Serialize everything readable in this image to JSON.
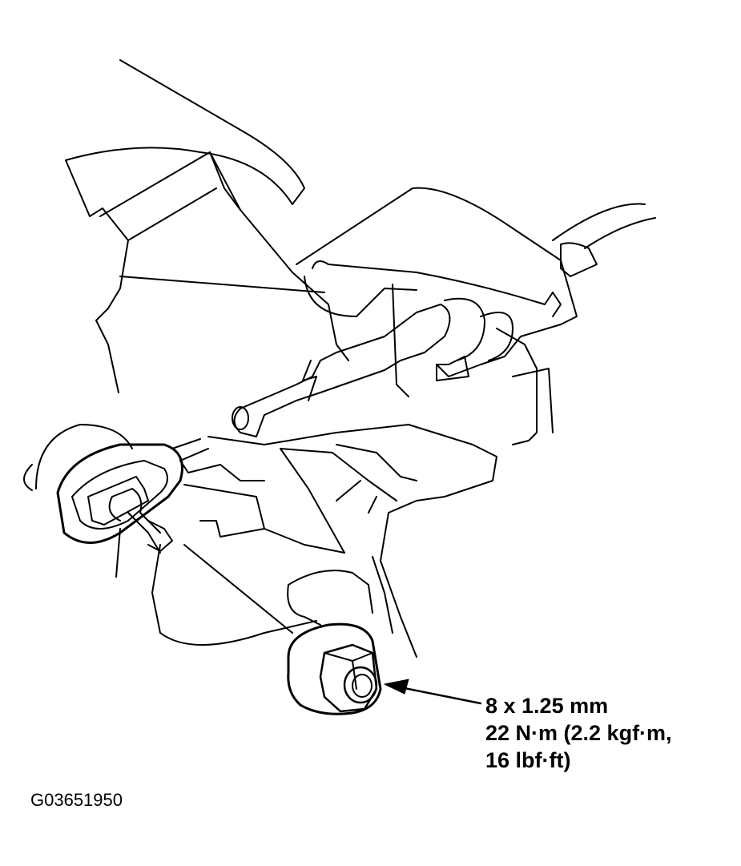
{
  "callout": {
    "line1": "8 x 1.25 mm",
    "line2": "22 N·m (2.2 kgf·m,",
    "line3": "16 lbf·ft)"
  },
  "figure_id": "G03651950",
  "parts": {
    "bolt": "hex-flange-bolt",
    "cable": "shift-cable",
    "bracket": "cable-bracket",
    "lever_pin": "lever-pin"
  },
  "colors": {
    "line": "#000000",
    "background": "#ffffff"
  }
}
